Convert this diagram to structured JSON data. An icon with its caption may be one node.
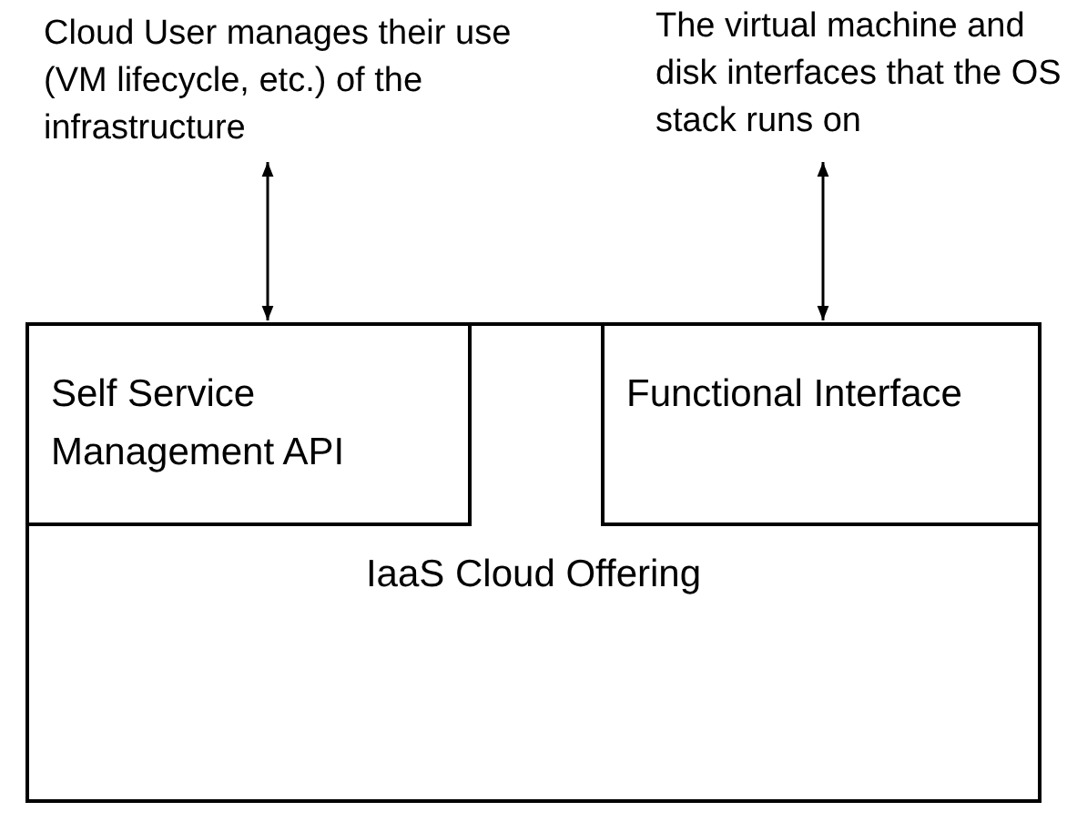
{
  "diagram": {
    "nodes": [
      {
        "text": [
          "IaaS Cloud Offering"
        ]
      },
      {
        "text": [
          "Self Service Management API"
        ],
        "in": 0
      },
      {
        "text": [
          "Functional Interface"
        ],
        "in": 0
      },
      {
        "text": [
          "Cloud User manages their use (VM lifecycle, etc.) of the infrastructure"
        ]
      },
      {
        "text": [
          "The virtual machine and disk interfaces that the OS stack runs on"
        ]
      }
    ],
    "edges": [
      {
        "from": 3,
        "to": 1,
        "arrow": "both"
      },
      {
        "from": 4,
        "to": 2,
        "arrow": "both"
      }
    ]
  }
}
